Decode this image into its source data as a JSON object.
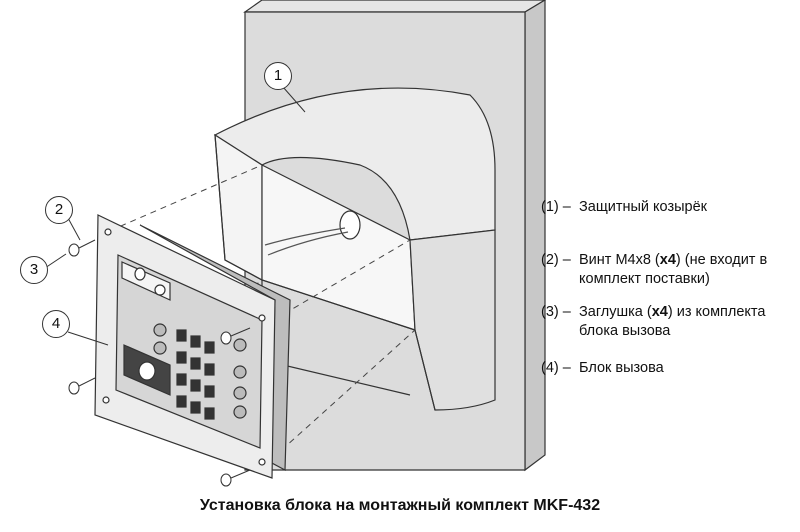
{
  "callouts": [
    "1",
    "2",
    "3",
    "4"
  ],
  "legend": [
    {
      "num": "(1) –",
      "text": "Защитный козырёк"
    },
    {
      "num": "(2) –",
      "text_before": "Винт М4х8 (",
      "bold": "х4",
      "text_after": ") (не входит в комплект поставки)"
    },
    {
      "num": "(3) –",
      "text_before": "Заглушка (",
      "bold": "х4",
      "text_after": ") из комплекта блока вызова"
    },
    {
      "num": "(4) –",
      "text": "Блок вызова"
    }
  ],
  "caption": "Установка блока на монтажный комплект MKF-432"
}
